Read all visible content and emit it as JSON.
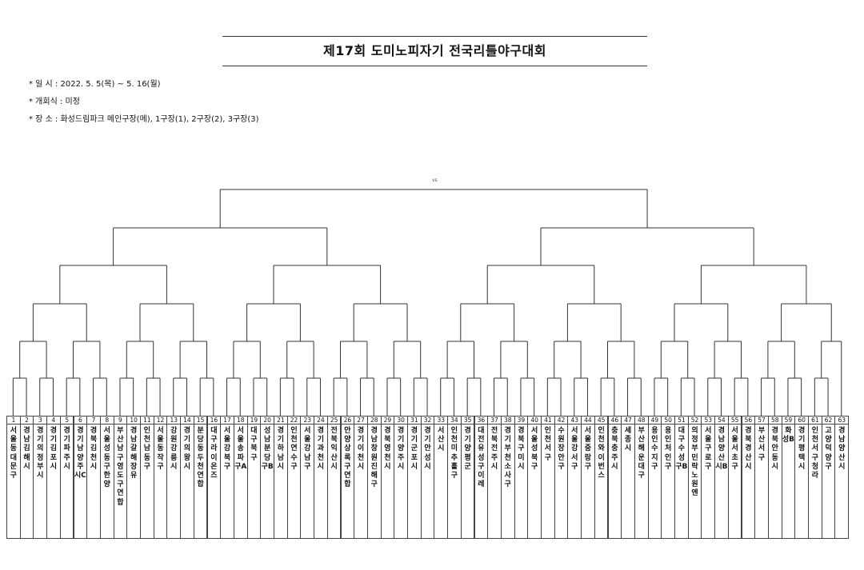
{
  "document": {
    "title": "제17회 도미노피자기 전국리틀야구대회",
    "info": [
      "* 일   시 : 2022. 5. 5(목) ~ 5. 16(월)",
      "* 개회식 : 미정",
      "* 장   소 : 화성드림파크 메인구장(메), 1구장(1), 2구장(2), 3구장(3)"
    ],
    "vs_label": "vs"
  },
  "bracket": {
    "teams": [
      {
        "no": "1",
        "name": "서울동대문구"
      },
      {
        "no": "2",
        "name": "경남김해시"
      },
      {
        "no": "3",
        "name": "경기의정부시"
      },
      {
        "no": "4",
        "name": "경기김포시"
      },
      {
        "no": "5",
        "name": "경기파주시"
      },
      {
        "no": "6",
        "name": "경기남양주시C"
      },
      {
        "no": "7",
        "name": "경북김천시"
      },
      {
        "no": "8",
        "name": "서울성동구한양"
      },
      {
        "no": "9",
        "name": "부산남구영도구연합"
      },
      {
        "no": "10",
        "name": "경남갈해장유"
      },
      {
        "no": "11",
        "name": "인천남동구"
      },
      {
        "no": "12",
        "name": "서울동작구"
      },
      {
        "no": "13",
        "name": "강원강릉시"
      },
      {
        "no": "14",
        "name": "경기의왕시"
      },
      {
        "no": "15",
        "name": "분당동두천연합"
      },
      {
        "no": "16",
        "name": "대구라이온즈"
      },
      {
        "no": "17",
        "name": "서울강북구"
      },
      {
        "no": "18",
        "name": "서울송파구A"
      },
      {
        "no": "19",
        "name": "대구북구"
      },
      {
        "no": "20",
        "name": "성남분당구B"
      },
      {
        "no": "21",
        "name": "경기하남시"
      },
      {
        "no": "22",
        "name": "인천연수구"
      },
      {
        "no": "23",
        "name": "서울강남구"
      },
      {
        "no": "24",
        "name": "경기과천시"
      },
      {
        "no": "25",
        "name": "전북익산시"
      },
      {
        "no": "26",
        "name": "안양상록구연합"
      },
      {
        "no": "27",
        "name": "경기이천시"
      },
      {
        "no": "28",
        "name": "경남창원진해구"
      },
      {
        "no": "29",
        "name": "경북영천시"
      },
      {
        "no": "30",
        "name": "경기양주시"
      },
      {
        "no": "31",
        "name": "경기군포시"
      },
      {
        "no": "32",
        "name": "경기안성시"
      },
      {
        "no": "33",
        "name": "서산시"
      },
      {
        "no": "34",
        "name": "인천미추홀구"
      },
      {
        "no": "35",
        "name": "경기양평군"
      },
      {
        "no": "36",
        "name": "대전유성구이레"
      },
      {
        "no": "37",
        "name": "전북전주시"
      },
      {
        "no": "38",
        "name": "경기부천소사구"
      },
      {
        "no": "39",
        "name": "경북구미시"
      },
      {
        "no": "40",
        "name": "서울성북구"
      },
      {
        "no": "41",
        "name": "인천서구"
      },
      {
        "no": "42",
        "name": "수원장안구"
      },
      {
        "no": "43",
        "name": "서울강서구"
      },
      {
        "no": "44",
        "name": "서울중랑구"
      },
      {
        "no": "45",
        "name": "인천와이번스"
      },
      {
        "no": "46",
        "name": "충북충주시"
      },
      {
        "no": "47",
        "name": "세종시"
      },
      {
        "no": "48",
        "name": "부산해운대구"
      },
      {
        "no": "49",
        "name": "용인수지구"
      },
      {
        "no": "50",
        "name": "용인처인구"
      },
      {
        "no": "51",
        "name": "대구수성구B"
      },
      {
        "no": "52",
        "name": "의정부민락노원엔"
      },
      {
        "no": "53",
        "name": "서울구로구"
      },
      {
        "no": "54",
        "name": "경남양산시B"
      },
      {
        "no": "55",
        "name": "서울서초구"
      },
      {
        "no": "56",
        "name": "경북경산시"
      },
      {
        "no": "57",
        "name": "부산서구"
      },
      {
        "no": "58",
        "name": "경북안동시"
      },
      {
        "no": "59",
        "name": "화성B"
      },
      {
        "no": "60",
        "name": "경기평택시"
      },
      {
        "no": "61",
        "name": "인천서구청라"
      },
      {
        "no": "62",
        "name": "고양덕양구"
      },
      {
        "no": "63",
        "name": "경남양산시"
      }
    ]
  }
}
